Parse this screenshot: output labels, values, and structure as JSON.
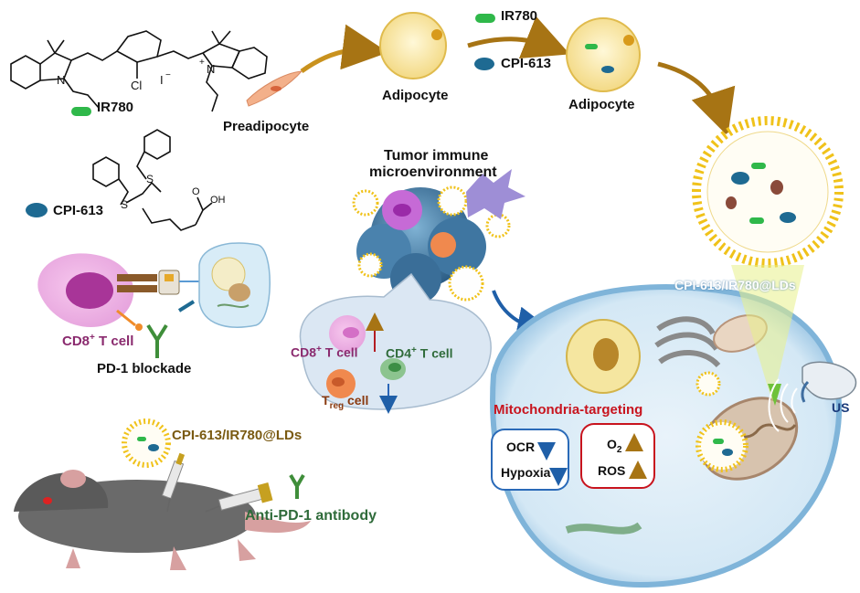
{
  "labels": {
    "ir780": "IR780",
    "cpi613": "CPI-613",
    "ir780_top": "IR780",
    "cpi613_top": "CPI-613",
    "preadipocyte": "Preadipocyte",
    "adipocyte_1": "Adipocyte",
    "adipocyte_2": "Adipocyte",
    "tumor_line1": "Tumor immune",
    "tumor_line2": "microenvironment",
    "cd8_left": "CD8",
    "cd8_left_suffix": " T cell",
    "pd1_blockade": "PD-1 blockade",
    "cd8_mid": "CD8",
    "cd8_mid_suffix": " T cell",
    "cd4": "CD4",
    "cd4_suffix": " T cell",
    "treg_t": "T",
    "treg_sub": "reg",
    "treg_suffix": " cell",
    "nanoparticle_top": "CPI-613/IR780@LDs",
    "nanoparticle_bottom": "CPI-613/IR780@LDs",
    "mito_targeting": "Mitochondria-targeting",
    "ocr": "OCR",
    "hypoxia": "Hypoxia",
    "o2": "O",
    "o2_sub": "2",
    "ros": "ROS",
    "us": "US",
    "anti_pd1": "Anti-PD-1 antibody",
    "iodide": "I",
    "iodide_sup": "−",
    "chloro": "Cl",
    "nitrogen_left": "N",
    "nitrogen_right": "N",
    "plus": "+",
    "oh": "OH",
    "oxo": "O",
    "s1": "S",
    "s2": "S"
  },
  "colors": {
    "ir780_pill": "#2fb84a",
    "cpi613_blob": "#1e6a92",
    "lipid_head": "#f0c21a",
    "cell_blue": "#cfe4f2",
    "cell_border": "#6fa8cf",
    "arrow_up": "#c8141e",
    "arrow_down": "#2a66b8",
    "brown_arrow": "#a77414"
  },
  "superscripts": {
    "plus": "+"
  }
}
